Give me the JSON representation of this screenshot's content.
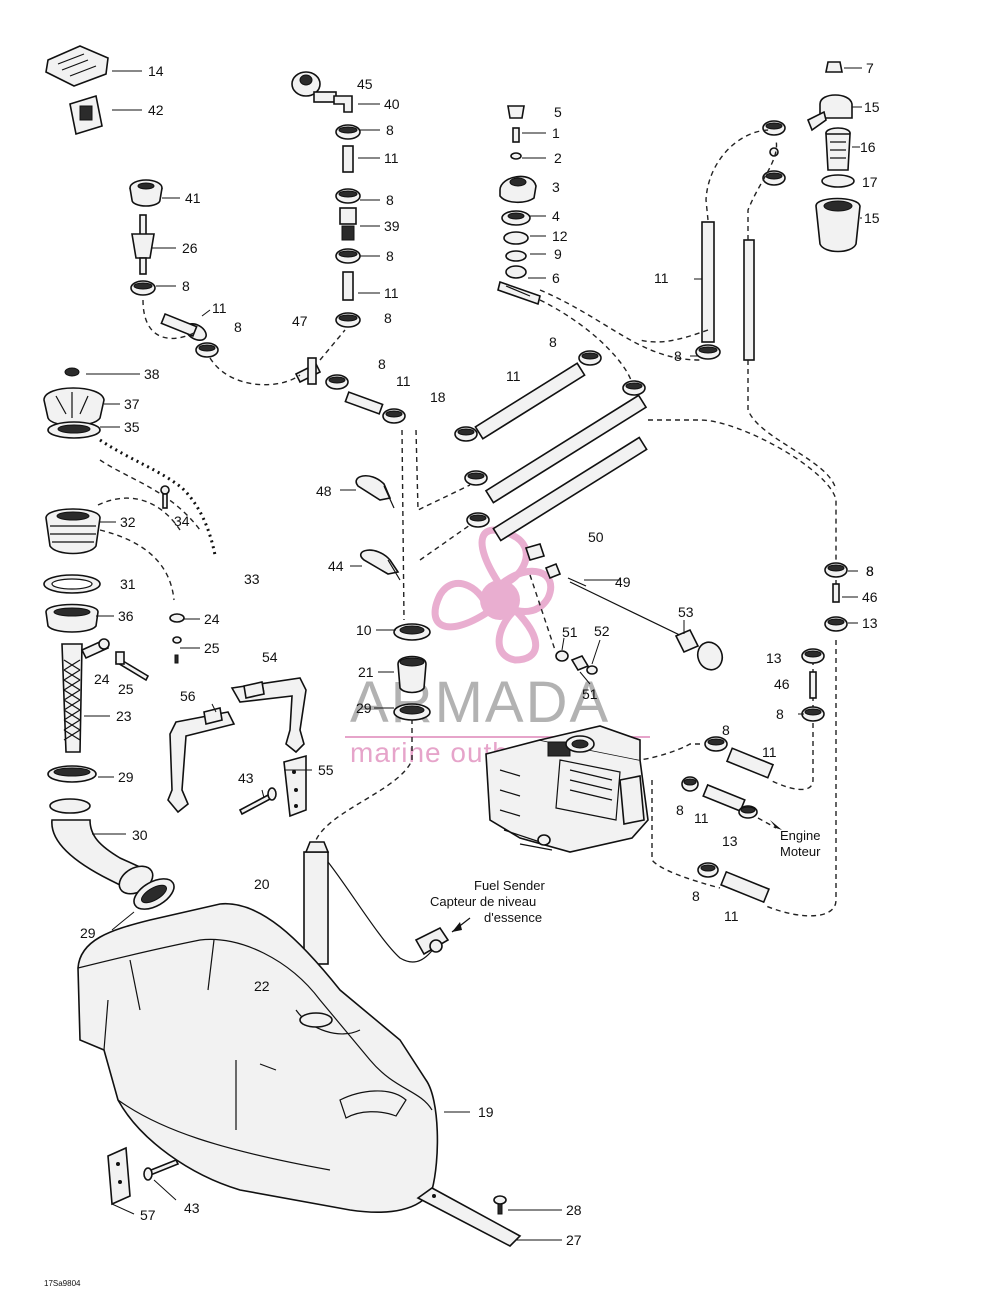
{
  "part_labels": [
    "14",
    "42",
    "45",
    "40",
    "8",
    "11",
    "8",
    "39",
    "8",
    "11",
    "8",
    "5",
    "1",
    "2",
    "3",
    "4",
    "12",
    "9",
    "6",
    "7",
    "15",
    "16",
    "17",
    "15",
    "41",
    "26",
    "8",
    "11",
    "8",
    "47",
    "8",
    "11",
    "18",
    "8",
    "11",
    "8",
    "8",
    "38",
    "37",
    "35",
    "48",
    "34",
    "32",
    "33",
    "31",
    "24",
    "36",
    "25",
    "44",
    "10",
    "21",
    "29",
    "50",
    "49",
    "53",
    "51",
    "52",
    "51",
    "8",
    "46",
    "13",
    "13",
    "46",
    "8",
    "54",
    "56",
    "24",
    "25",
    "23",
    "55",
    "43",
    "29",
    "30",
    "8",
    "11",
    "8",
    "11",
    "13",
    "20",
    "29",
    "22",
    "8",
    "11",
    "19",
    "43",
    "57",
    "28",
    "27"
  ],
  "callouts": {
    "engine_en": "Engine",
    "engine_fr": "Moteur",
    "sender_en": "Fuel Sender",
    "sender_fr1": "Capteur de niveau",
    "sender_fr2": "d'essence"
  },
  "figure_code": "17Sa9804",
  "watermark": {
    "brand": "ARMADA",
    "tagline": "marine outboards",
    "color": "#e6a0c8"
  }
}
